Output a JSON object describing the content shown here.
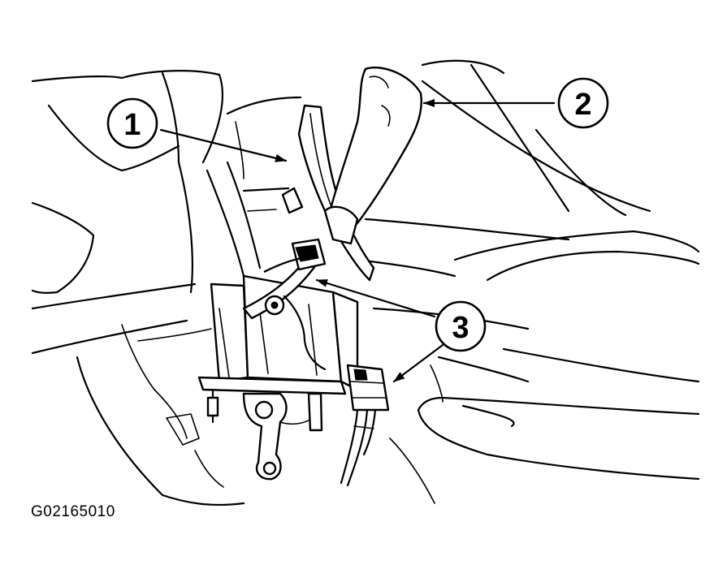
{
  "callouts": [
    {
      "label": "1"
    },
    {
      "label": "2"
    },
    {
      "label": "3"
    }
  ],
  "figure_code": "G02165010",
  "icons": [
    "gear-shift-lever-icon",
    "shifter-handle-icon",
    "connector-icon"
  ]
}
